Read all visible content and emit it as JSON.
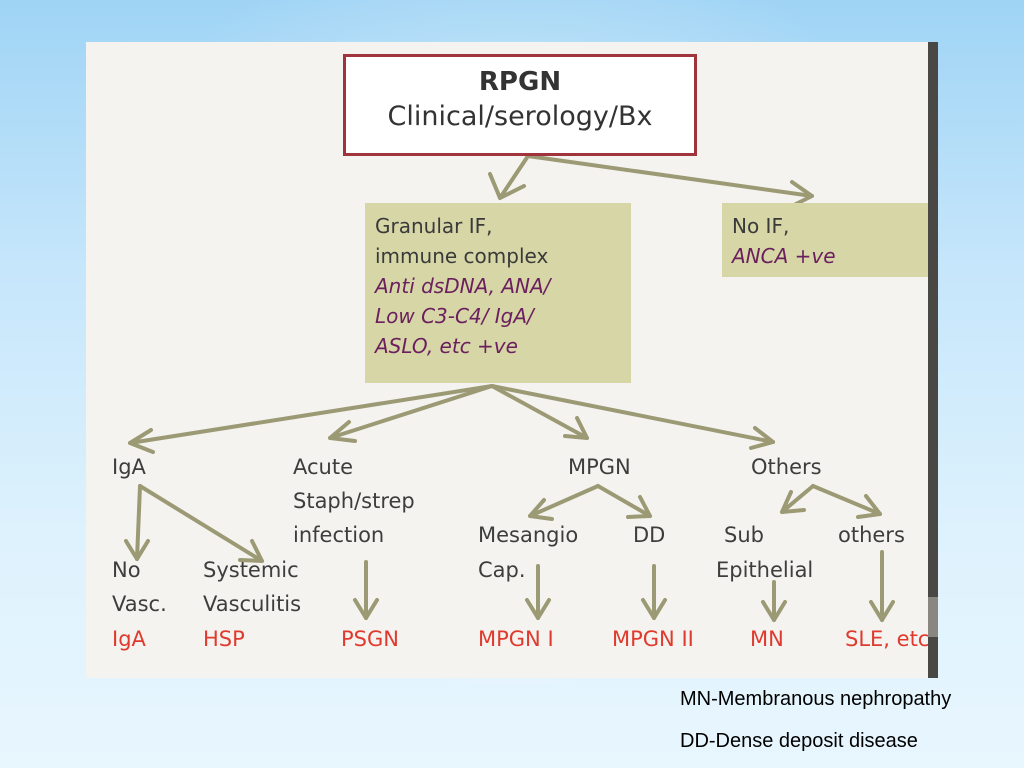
{
  "root": {
    "title": "RPGN",
    "subtitle": "Clinical/serology/Bx"
  },
  "granular": {
    "line1": "Granular IF,",
    "line2": "immune complex",
    "line3": "Anti dsDNA, ANA/",
    "line4": "Low C3-C4/ IgA/",
    "line5": "ASLO, etc +ve"
  },
  "noif": {
    "line1": "No IF,",
    "line2": "ANCA +ve"
  },
  "level2": {
    "iga": "IgA",
    "acute": "Acute",
    "staph": "Staph/strep",
    "infection": "infection",
    "mpgn": "MPGN",
    "others": "Others"
  },
  "level3": {
    "no": "No",
    "vasc": "Vasc.",
    "systemic": "Systemic",
    "vasculitis": "Vasculitis",
    "mesangio": "Mesangio",
    "cap": "Cap.",
    "dd": "DD",
    "sub": "Sub",
    "epithelial": "Epithelial",
    "others_small": "others"
  },
  "outcomes": {
    "iga": "IgA",
    "hsp": "HSP",
    "psgn": "PSGN",
    "mpgn1": "MPGN I",
    "mpgn2": "MPGN II",
    "mn": "MN",
    "sle": "SLE, etc"
  },
  "legend": {
    "mn": "MN-Membranous nephropathy",
    "dd": "DD-Dense deposit disease"
  },
  "colors": {
    "arrow": "#9c9a74",
    "box_border": "#a0343c",
    "box_fill": "#d6d6a6",
    "outcome_text": "#e03a2e",
    "italic_text": "#6b1f5e"
  }
}
